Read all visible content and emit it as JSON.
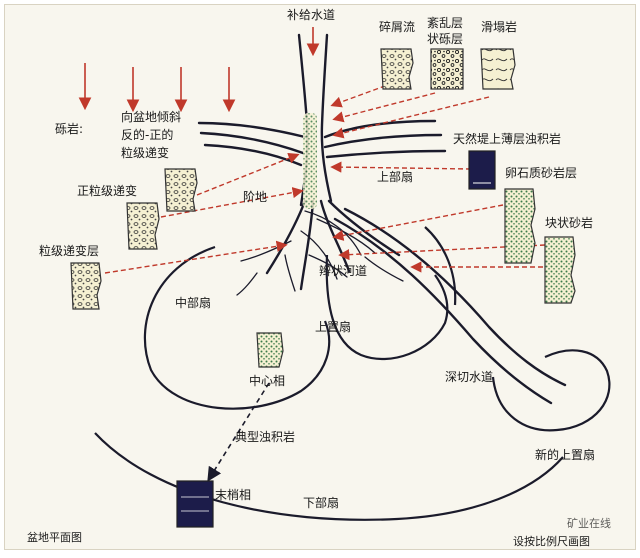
{
  "labels": {
    "feeder_channel": "补给水道",
    "debris_flow": "碎屑流",
    "chaotic_conglomerate_1": "紊乱层",
    "chaotic_conglomerate_2": "状砾层",
    "slump": "滑塌岩",
    "conglomerate": "砾岩:",
    "basin_slope": "向盆地倾斜",
    "reverse_normal_1": "反的-正的",
    "reverse_normal_2": "粒级递变",
    "levee_turbidite": "天然堤上薄层浊积岩",
    "pebbly_sandstone": "卵石质砂岩层",
    "upper_fan": "上部扇",
    "normal_graded": "正粒级递变",
    "terrace": "阶地",
    "massive_sandstone": "块状砂岩",
    "graded_bed": "粒级递变层",
    "braided_channel": "辫状河道",
    "middle_fan": "中部扇",
    "upper_suprafan": "上置扇",
    "central_facies": "中心相",
    "incised_channel": "深切水道",
    "typical_turbidite": "典型浊积岩",
    "new_suprafan": "新的上置扇",
    "distal_facies": "末梢相",
    "lower_fan": "下部扇",
    "plan_view": "盆地平面图",
    "not_to_scale": "设按比例尺画图",
    "watermark": "矿业在线"
  },
  "colors": {
    "background": "#f8f6ee",
    "line": "#1b1b2b",
    "arrow": "#c0392b",
    "dot_fill": "#9bbf9b",
    "column_fill": "#f5f0d2"
  }
}
